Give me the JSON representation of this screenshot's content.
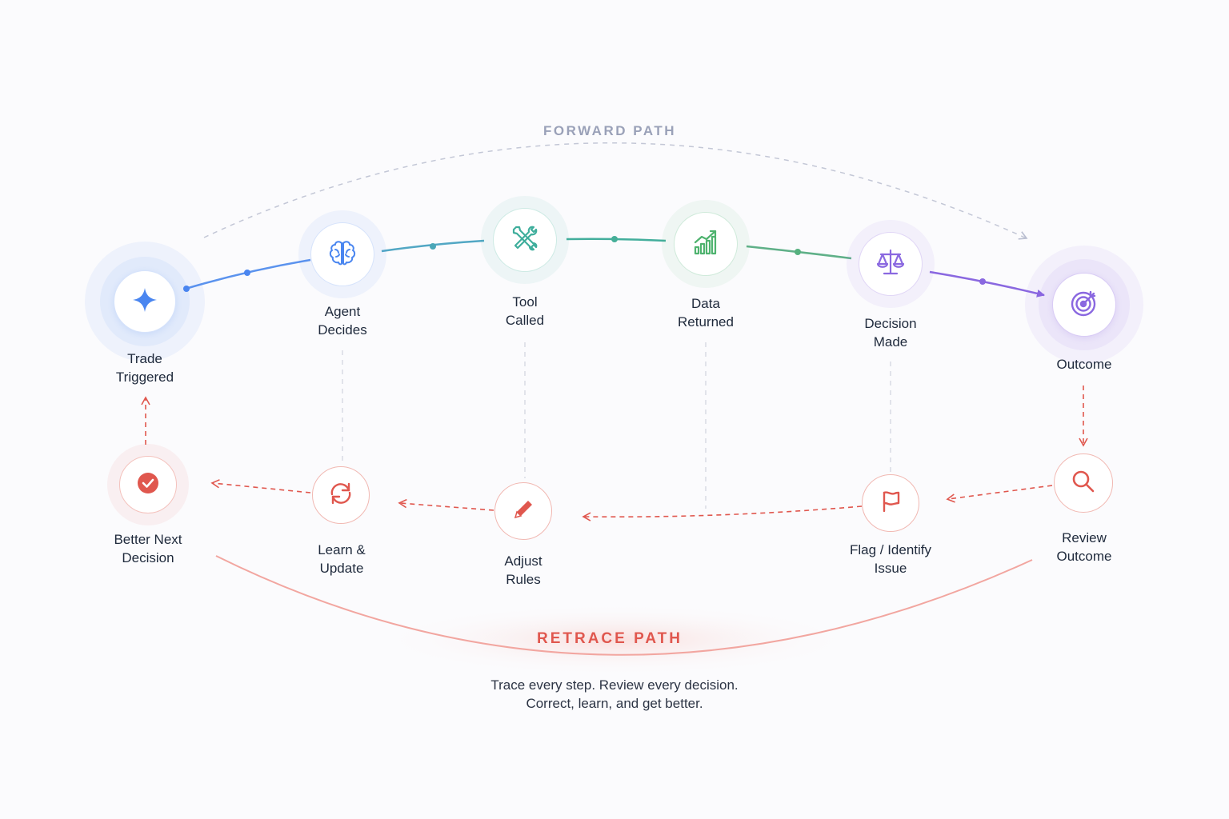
{
  "diagram": {
    "forward_title": "FORWARD PATH",
    "retrace_title": "RETRACE PATH",
    "forward_nodes": [
      {
        "id": "trade-triggered",
        "lines": [
          "Trade",
          "Triggered"
        ],
        "icon": "sparkle-icon",
        "color": "#4a86f0"
      },
      {
        "id": "agent-decides",
        "lines": [
          "Agent",
          "Decides"
        ],
        "icon": "brain-icon",
        "color": "#4a86f0"
      },
      {
        "id": "tool-called",
        "lines": [
          "Tool",
          "Called"
        ],
        "icon": "tools-icon",
        "color": "#3fae9c"
      },
      {
        "id": "data-returned",
        "lines": [
          "Data",
          "Returned"
        ],
        "icon": "chart-up-icon",
        "color": "#4fb36f"
      },
      {
        "id": "decision-made",
        "lines": [
          "Decision",
          "Made"
        ],
        "icon": "scale-icon",
        "color": "#8a68e0"
      },
      {
        "id": "outcome",
        "lines": [
          "Outcome"
        ],
        "icon": "target-icon",
        "color": "#8a68e0"
      }
    ],
    "retrace_nodes": [
      {
        "id": "better-next-decision",
        "lines": [
          "Better Next",
          "Decision"
        ],
        "icon": "check-circle-icon",
        "color": "#e0574e"
      },
      {
        "id": "learn-update",
        "lines": [
          "Learn &",
          "Update"
        ],
        "icon": "refresh-icon",
        "color": "#e0574e"
      },
      {
        "id": "adjust-rules",
        "lines": [
          "Adjust",
          "Rules"
        ],
        "icon": "pencil-icon",
        "color": "#e0574e"
      },
      {
        "id": "flag-identify-issue",
        "lines": [
          "Flag / Identify",
          "Issue"
        ],
        "icon": "flag-icon",
        "color": "#e0574e"
      },
      {
        "id": "review-outcome",
        "lines": [
          "Review",
          "Outcome"
        ],
        "icon": "search-icon",
        "color": "#e0574e"
      }
    ],
    "tagline": [
      "Trace every step. Review every decision.",
      "Correct, learn, and get better."
    ]
  },
  "colors": {
    "forward_blue": "#4a86f0",
    "forward_teal": "#3fae9c",
    "forward_green": "#4fb36f",
    "forward_purple": "#8a68e0",
    "retrace_red": "#e0574e",
    "dashed_gray": "#c3c7d6"
  }
}
